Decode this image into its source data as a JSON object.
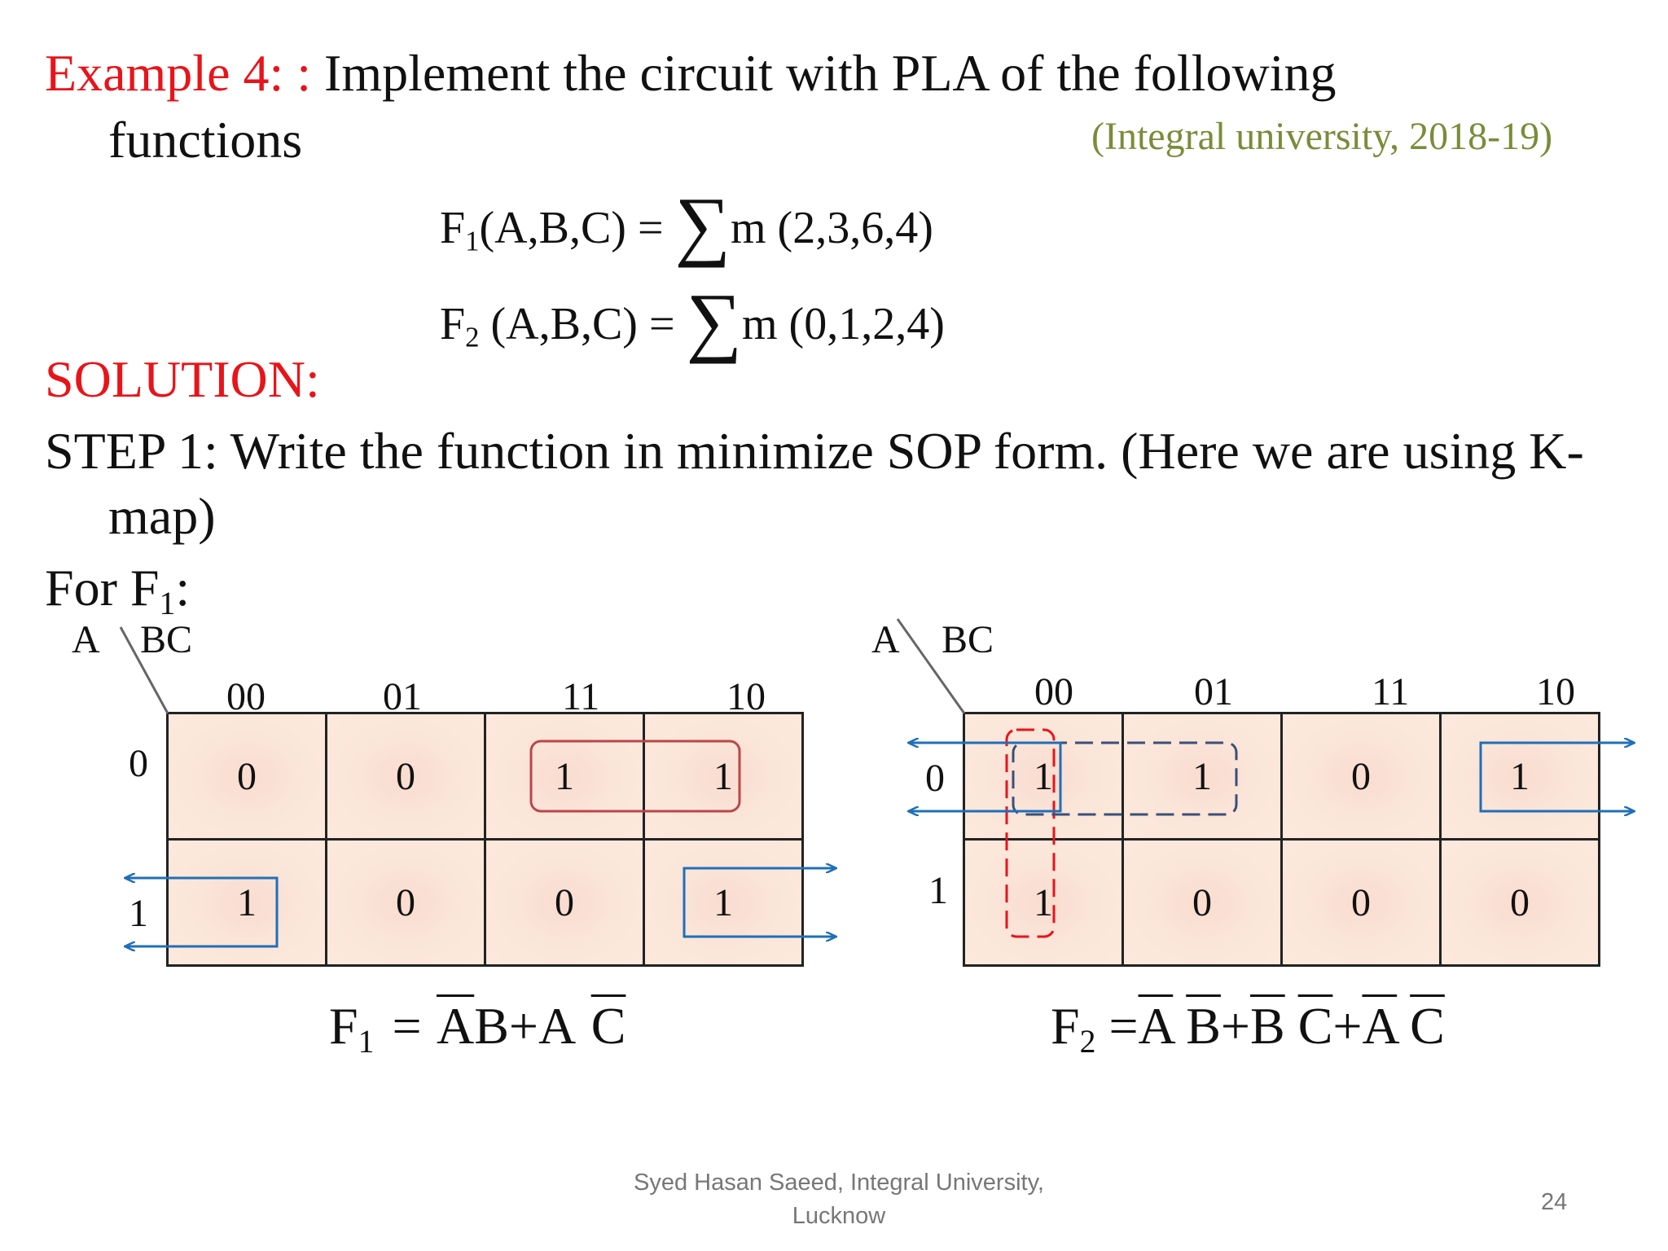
{
  "header": {
    "example_label": "Example 4: :",
    "title_line1": "Implement the circuit with PLA of the following",
    "title_line2": "functions",
    "source": "(Integral university,  2018-19)"
  },
  "equations": {
    "f1_name": "F",
    "f1_sub": "1",
    "f1_args": "(A,B,C) =",
    "f1_sigma": "∑",
    "f1_terms": "m (2,3,6,4)",
    "f2_name": "F",
    "f2_sub": "2",
    "f2_args": " (A,B,C) =",
    "f2_sigma": "∑",
    "f2_terms": "m (0,1,2,4)"
  },
  "solution_label": "SOLUTION:",
  "step1": {
    "line1": "STEP 1: Write the function in minimize SOP form. (Here we are using K-",
    "line2": "map)"
  },
  "for_f1": {
    "text": "For F",
    "sub": "1",
    "colon": ":"
  },
  "kmap_left": {
    "row_var": "A",
    "col_var": "BC",
    "col_labels": [
      "00",
      "01",
      "11",
      "10"
    ],
    "row_labels": [
      "0",
      "1"
    ],
    "cells": [
      [
        "0",
        "0",
        "1",
        "1"
      ],
      [
        "1",
        "0",
        "0",
        "1"
      ]
    ]
  },
  "kmap_right": {
    "row_var": "A",
    "col_var": "BC",
    "col_labels": [
      "00",
      "01",
      "11",
      "10"
    ],
    "row_labels": [
      "0",
      "1"
    ],
    "cells": [
      [
        "1",
        "1",
        "0",
        "1"
      ],
      [
        "1",
        "0",
        "0",
        "0"
      ]
    ]
  },
  "result_f1": {
    "lhs": "F",
    "sub": "1",
    "eq": "=",
    "t1a": "A",
    "t1b": "B",
    "plus1": "+",
    "t2a": "A",
    "t2b": "C"
  },
  "result_f2": {
    "lhs": "F",
    "sub": "2",
    "eq": "=",
    "t1a": "A",
    "t1b": "B",
    "plus1": "+",
    "t2a": "B",
    "t2b": "C",
    "plus2": "+",
    "t3a": "A",
    "t3b": "C"
  },
  "footer": {
    "author_line1": "Syed Hasan Saeed, Integral University,",
    "author_line2": "Lucknow",
    "page_number": "24"
  },
  "colors": {
    "accent_red": "#e8141a",
    "source_olive": "#7a8c3a",
    "group_blue": "#1f6fb8",
    "group_maroon": "#b9474a",
    "group_dash_navy": "#3a4f7a",
    "group_dash_red": "#e8141a",
    "cell_fill": "#fbe6da"
  }
}
